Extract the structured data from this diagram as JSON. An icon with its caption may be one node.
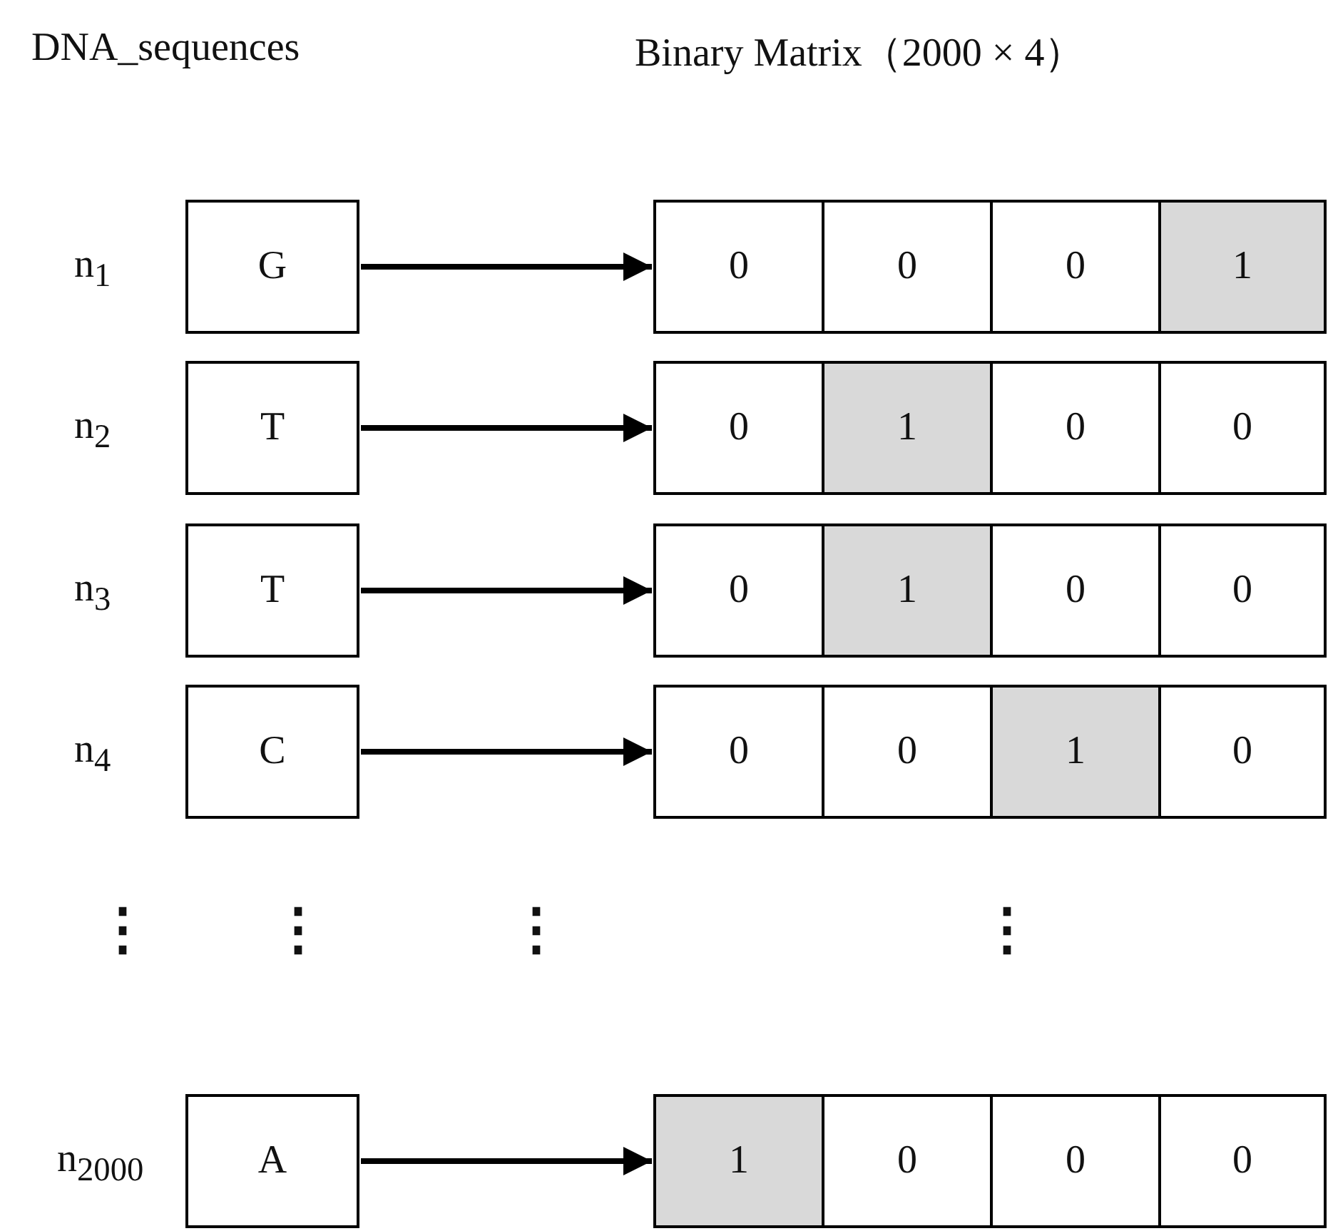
{
  "diagram": {
    "nodes": [
      {
        "text": [
          "G"
        ]
      },
      {
        "text": [],
        "shape": "box"
      },
      {
        "text": [
          "0"
        ],
        "in": 1
      },
      {
        "text": [
          "0"
        ],
        "in": 1
      },
      {
        "text": [
          "0"
        ],
        "in": 1
      },
      {
        "text": [
          "1"
        ],
        "in": 1
      },
      {
        "text": [
          "T"
        ]
      },
      {
        "text": [],
        "shape": "box"
      },
      {
        "text": [
          "0"
        ],
        "in": 7
      },
      {
        "text": [
          "1"
        ],
        "in": 7
      },
      {
        "text": [
          "0"
        ],
        "in": 7
      },
      {
        "text": [
          "0"
        ],
        "in": 7
      },
      {
        "text": [
          "T"
        ]
      },
      {
        "text": [],
        "shape": "box"
      },
      {
        "text": [
          "0"
        ],
        "in": 13
      },
      {
        "text": [
          "1"
        ],
        "in": 13
      },
      {
        "text": [
          "0"
        ],
        "in": 13
      },
      {
        "text": [
          "0"
        ],
        "in": 13
      },
      {
        "text": [
          "C"
        ]
      },
      {
        "text": [],
        "shape": "box"
      },
      {
        "text": [
          "0"
        ],
        "in": 19
      },
      {
        "text": [
          "0"
        ],
        "in": 19
      },
      {
        "text": [
          "1"
        ],
        "in": 19
      },
      {
        "text": [
          "0"
        ],
        "in": 19
      },
      {
        "text": [
          "A"
        ]
      },
      {
        "text": [],
        "shape": "box"
      },
      {
        "text": [
          "1"
        ],
        "in": 25
      },
      {
        "text": [
          "0"
        ],
        "in": 25
      },
      {
        "text": [
          "0"
        ],
        "in": 25
      },
      {
        "text": [
          "0"
        ],
        "in": 25
      }
    ],
    "edges": [
      {
        "from": 0,
        "to": 1,
        "arrow": "to"
      },
      {
        "from": 6,
        "to": 7,
        "arrow": "to"
      },
      {
        "from": 12,
        "to": 13,
        "arrow": "to"
      },
      {
        "from": 18,
        "to": 19,
        "arrow": "to"
      },
      {
        "from": 24,
        "to": 25,
        "arrow": "to"
      }
    ],
    "labels": [
      "DNA_sequences",
      "Binary Matrix（2000 × 4）",
      "n$_{1}$",
      "n$_{2}$",
      "n$_{3}$",
      "n$_{4}$",
      "⋮",
      "⋮",
      "⋮",
      "⋮",
      "n$_{2000}$"
    ]
  }
}
